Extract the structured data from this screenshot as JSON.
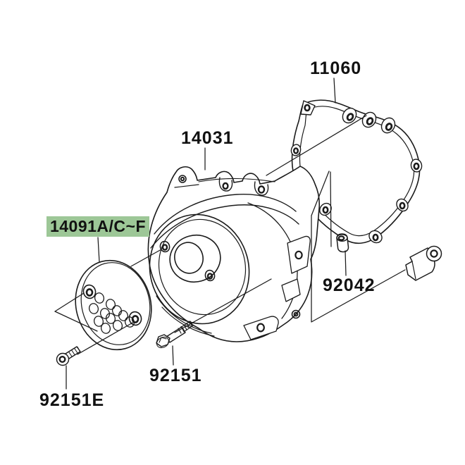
{
  "page": {
    "background": "#ffffff"
  },
  "diagram": {
    "type": "exploded-parts-diagram",
    "subject": "engine-alternator-cover-assembly",
    "line_color": "#1b1b1b",
    "highlight_color": "#9dc797",
    "labels": [
      {
        "part_no": "11060",
        "highlighted": false
      },
      {
        "part_no": "14031",
        "highlighted": false
      },
      {
        "part_no": "14091A/C~F",
        "highlighted": true
      },
      {
        "part_no": "92042",
        "highlighted": false
      },
      {
        "part_no": "92151",
        "highlighted": false
      },
      {
        "part_no": "92151E",
        "highlighted": false
      }
    ],
    "parts": [
      {
        "name": "gasket",
        "label": "11060"
      },
      {
        "name": "alternator-cover",
        "label": "14031"
      },
      {
        "name": "cover-plate-holed",
        "label": "14091A/C~F"
      },
      {
        "name": "dowel-bushing",
        "label": "92042"
      },
      {
        "name": "flange-bolt",
        "label": "92151"
      },
      {
        "name": "socket-screw",
        "label": "92151E"
      },
      {
        "name": "retainer-bracket",
        "label": ""
      }
    ]
  }
}
